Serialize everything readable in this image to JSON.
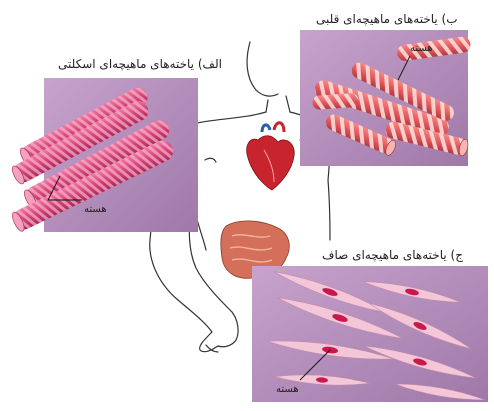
{
  "panels": {
    "skeletal": {
      "title": "الف) یاخته‌های ماهیچه‌ای اسکلتی",
      "nucleus": "هسته"
    },
    "cardiac": {
      "title": "ب) یاخته‌های ماهیچه‌ای قلبی",
      "nucleus": "هسته"
    },
    "smooth": {
      "title": "ج) یاخته‌های ماهیچه‌ای صاف",
      "nucleus": "هسته"
    }
  },
  "colors": {
    "panel_bg": "#b78fbd",
    "skeletal_fiber": "#d6457a",
    "cardiac_fiber": "#e55a5e",
    "smooth_cell": "#f3c6d8",
    "smooth_nucleus": "#c8184d",
    "body_outline": "#333333",
    "arm_muscle": "#c95a78",
    "heart": "#c8242e",
    "intestine": "#d4705a"
  },
  "icons": [
    "human-torso-outline",
    "heart-icon",
    "intestine-icon",
    "arm-muscle-icon"
  ]
}
